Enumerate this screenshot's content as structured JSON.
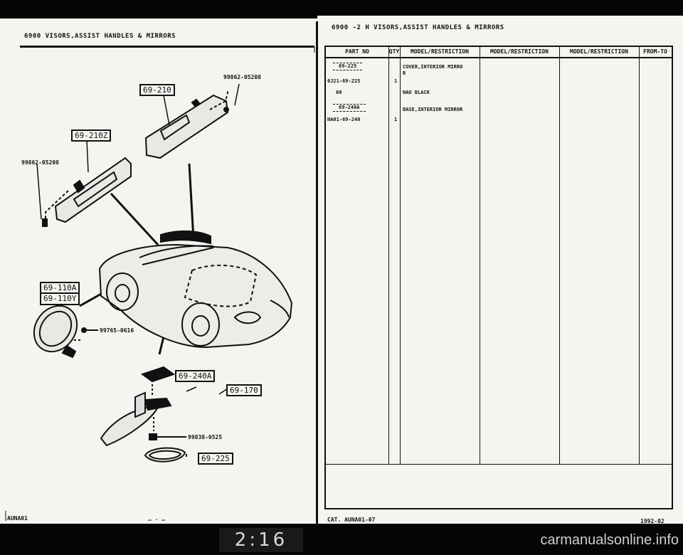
{
  "left": {
    "header": "6900   VISORS,ASSIST HANDLES & MIRRORS",
    "callouts": [
      "69-210",
      "69-210Z",
      "69-110A",
      "69-110Y",
      "69-240A",
      "69-170",
      "69-225"
    ],
    "part_numbers": [
      "99862-05208",
      "99862-05208",
      "99765-0616",
      "99838-0525"
    ],
    "footer_code": "AUNA01",
    "footer_marks": "— · —"
  },
  "right": {
    "header": "6900  -2 H  VISORS,ASSIST HANDLES & MIRRORS",
    "columns": [
      "PART NO",
      "QTY",
      "MODEL/RESTRICTION",
      "MODEL/RESTRICTION",
      "MODEL/RESTRICTION",
      "FROM-TO"
    ],
    "rows": [
      {
        "ref": "69-225",
        "part": "0J21-69-225",
        "qty": "1",
        "desc": "COVER,INTERIOR MIRRO",
        "desc2": "R"
      },
      {
        "ref": "",
        "part": "00",
        "qty": "",
        "desc": "NAO BLACK",
        "desc2": ""
      },
      {
        "ref": "69-240A",
        "part": "NA01-69-240",
        "qty": "1",
        "desc": "BASE,INTERIOR MIRROR",
        "desc2": ""
      }
    ],
    "footer_cat": "CAT. AUNA01-07",
    "footer_date": "1992-02"
  },
  "page_number": "2:16",
  "watermark": "carmanualsonline.info"
}
